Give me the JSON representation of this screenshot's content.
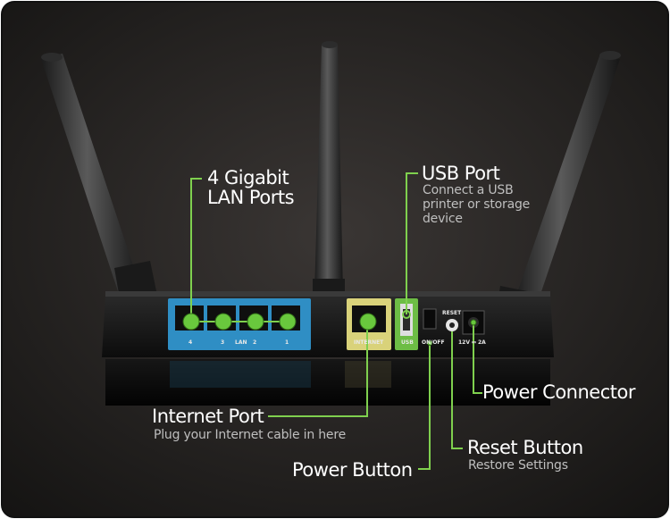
{
  "callouts": {
    "lan": {
      "title_line1": "4 Gigabit",
      "title_line2": "LAN Ports"
    },
    "usb": {
      "title": "USB Port",
      "desc_line1": "Connect a USB",
      "desc_line2": "printer or storage",
      "desc_line3": "device"
    },
    "internet": {
      "title": "Internet Port",
      "desc": "Plug your Internet cable in here"
    },
    "power_button": {
      "title": "Power Button"
    },
    "reset_button": {
      "title": "Reset Button",
      "desc": "Restore Settings"
    },
    "power_connector": {
      "title": "Power Connector"
    }
  },
  "device_labels": {
    "lan_numbers": [
      "4",
      "3",
      "2",
      "1"
    ],
    "lan": "LAN",
    "internet": "INTERNET",
    "usb": "USB",
    "reset": "RESET",
    "on_off": "ON/OFF",
    "power_rating": "12V ⎓ 2A"
  },
  "colors": {
    "background": "#1f1d1c",
    "callout_line": "#7fd04e",
    "marker": "#69c83d",
    "lan_panel": "#2f8ec4",
    "internet_panel": "#d9d27a",
    "usb_panel": "#6dbd45"
  }
}
